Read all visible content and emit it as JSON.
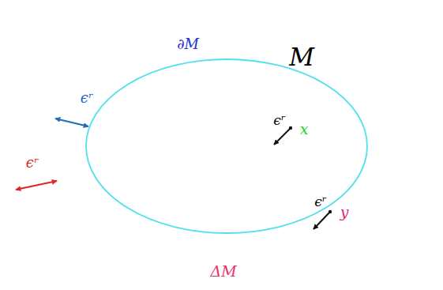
{
  "diagram": {
    "nodes": [
      {
        "text": [
          "ΔM"
        ]
      },
      {
        "text": [
          "∂M",
          "M"
        ],
        "in": 0
      },
      {
        "text": [
          "ϵʳ",
          "x"
        ],
        "in": 1
      },
      {
        "text": [
          "ϵʳ",
          "y"
        ],
        "in": 0
      }
    ],
    "labels": [
      "ϵʳ",
      "ϵʳ"
    ]
  }
}
